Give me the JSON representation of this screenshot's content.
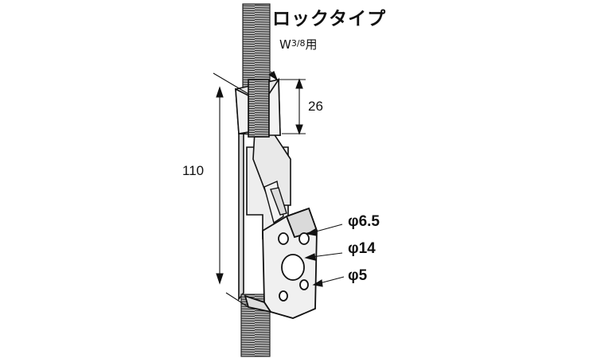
{
  "title": "ロックタイプ",
  "subtitle": {
    "prefix": "W",
    "fraction": "3/8",
    "suffix": "用"
  },
  "dimensions": {
    "total_height": "110",
    "clamp_height": "26"
  },
  "holes": [
    {
      "label": "φ6.5"
    },
    {
      "label": "φ14"
    },
    {
      "label": "φ5"
    }
  ],
  "colors": {
    "line": "#111111",
    "metal": "#e6e6e6",
    "rod": "#9a9a9a"
  }
}
